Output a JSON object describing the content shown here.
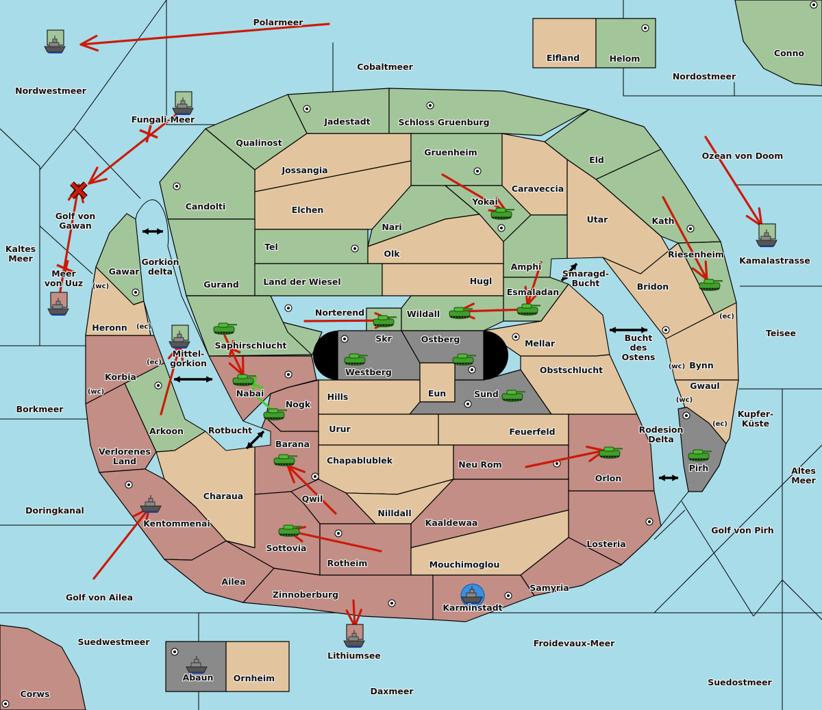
{
  "map": {
    "title": "Diplomacy map",
    "colors": {
      "sea": "#a8dce8",
      "green": "#a3c59a",
      "tan": "#e2c59e",
      "red": "#c38e86",
      "gray": "#8a8a8a",
      "impassable": "#000000",
      "order_arrow": "#cc1a0a",
      "support_line": "#44cc22",
      "highlight": "#3b8ee0"
    },
    "sea_labels": [
      {
        "id": "polarmeer",
        "text": "Polarmeer"
      },
      {
        "id": "nordwestmeer",
        "text": "Nordwestmeer"
      },
      {
        "id": "cobaltmeer",
        "text": "Cobaltmeer"
      },
      {
        "id": "nordostmeer",
        "text": "Nordostmeer"
      },
      {
        "id": "fungali-meer",
        "text": "Fungali-Meer"
      },
      {
        "id": "golf-von-gawan",
        "text": "Golf von|Gawan"
      },
      {
        "id": "kaltes-meer",
        "text": "Kaltes|Meer"
      },
      {
        "id": "meer-von-uuz",
        "text": "Meer|von Uuz"
      },
      {
        "id": "gorkion-delta",
        "text": "Gorkion|delta"
      },
      {
        "id": "mittel-gorkion",
        "text": "Mittel-|gorkion"
      },
      {
        "id": "borkmeer",
        "text": "Borkmeer"
      },
      {
        "id": "rotbucht",
        "text": "Rotbucht"
      },
      {
        "id": "doringkanal",
        "text": "Doringkanal"
      },
      {
        "id": "golf-von-ailea",
        "text": "Golf von Ailea"
      },
      {
        "id": "suedwestmeer",
        "text": "Suedwestmeer"
      },
      {
        "id": "lithiumsee",
        "text": "Lithiumsee"
      },
      {
        "id": "daxmeer",
        "text": "Daxmeer"
      },
      {
        "id": "froidevaux-meer",
        "text": "Froidevaux-Meer"
      },
      {
        "id": "suedostmeer",
        "text": "Suedostmeer"
      },
      {
        "id": "golf-von-pirh",
        "text": "Golf von Pirh"
      },
      {
        "id": "altes-meer",
        "text": "Altes|Meer"
      },
      {
        "id": "kupfer-kueste",
        "text": "Kupfer-|Küste"
      },
      {
        "id": "teisee",
        "text": "Teisee"
      },
      {
        "id": "kamalastrasse",
        "text": "Kamalastrasse"
      },
      {
        "id": "ozean-von-doom",
        "text": "Ozean von Doom"
      },
      {
        "id": "smaragd-bucht",
        "text": "Smaragd-|Bucht"
      },
      {
        "id": "bucht-des-ostens",
        "text": "Bucht|des|Ostens"
      },
      {
        "id": "rodesion-delta",
        "text": "Rodesion|Delta"
      }
    ],
    "territories": [
      {
        "id": "elfland",
        "name": "Elfland",
        "owner": "tan"
      },
      {
        "id": "helom",
        "name": "Helom",
        "owner": "green",
        "sc": true
      },
      {
        "id": "conno",
        "name": "Conno",
        "owner": "green",
        "sc": true
      },
      {
        "id": "jadestadt",
        "name": "Jadestadt",
        "owner": "green",
        "sc": true
      },
      {
        "id": "schloss-gruenburg",
        "name": "Schloss Gruenburg",
        "owner": "green",
        "sc": true
      },
      {
        "id": "qualinost",
        "name": "Qualinost",
        "owner": "green"
      },
      {
        "id": "jossangia",
        "name": "Jossangia",
        "owner": "tan"
      },
      {
        "id": "gruenheim",
        "name": "Gruenheim",
        "owner": "green",
        "sc": true
      },
      {
        "id": "caraveccia",
        "name": "Caraveccia",
        "owner": "tan"
      },
      {
        "id": "eld",
        "name": "Eld",
        "owner": "green"
      },
      {
        "id": "candolti",
        "name": "Candolti",
        "owner": "green",
        "sc": true
      },
      {
        "id": "elchen",
        "name": "Elchen",
        "owner": "tan"
      },
      {
        "id": "nari",
        "name": "Nari",
        "owner": "green"
      },
      {
        "id": "yokai",
        "name": "Yokai",
        "owner": "green",
        "sc": true
      },
      {
        "id": "utar",
        "name": "Utar",
        "owner": "tan"
      },
      {
        "id": "kath",
        "name": "Kath",
        "owner": "green",
        "sc": true
      },
      {
        "id": "tel",
        "name": "Tel",
        "owner": "green",
        "sc": true
      },
      {
        "id": "olk",
        "name": "Olk",
        "owner": "tan"
      },
      {
        "id": "gurand",
        "name": "Gurand",
        "owner": "green"
      },
      {
        "id": "land-der-wiesel",
        "name": "Land der Wiesel",
        "owner": "green"
      },
      {
        "id": "hugl",
        "name": "Hugl",
        "owner": "tan"
      },
      {
        "id": "amphi",
        "name": "Amphi",
        "owner": "green"
      },
      {
        "id": "esmaladan",
        "name": "Esmaladan",
        "owner": "green"
      },
      {
        "id": "riesenheim",
        "name": "Riesenheim",
        "owner": "green"
      },
      {
        "id": "bridon",
        "name": "Bridon",
        "owner": "tan",
        "sc": true
      },
      {
        "id": "gawar",
        "name": "Gawar",
        "owner": "green",
        "sc": true
      },
      {
        "id": "heronn",
        "name": "Heronn",
        "owner": "tan"
      },
      {
        "id": "norterend",
        "name": "Norterend",
        "owner": "green",
        "sc": true
      },
      {
        "id": "skr",
        "name": "Skr",
        "owner": "green"
      },
      {
        "id": "wildall",
        "name": "Wildall",
        "owner": "green"
      },
      {
        "id": "saphirschlucht",
        "name": "Saphirschlucht",
        "owner": "green"
      },
      {
        "id": "westberg",
        "name": "Westberg",
        "owner": "gray",
        "sc": true
      },
      {
        "id": "ostberg",
        "name": "Ostberg",
        "owner": "gray",
        "sc": true
      },
      {
        "id": "mellar",
        "name": "Mellar",
        "owner": "tan",
        "sc": true
      },
      {
        "id": "bynn",
        "name": "Bynn",
        "owner": "tan"
      },
      {
        "id": "korbia",
        "name": "Korbia",
        "owner": "red"
      },
      {
        "id": "nabai",
        "name": "Nabai",
        "owner": "red",
        "sc": true
      },
      {
        "id": "obstschlucht",
        "name": "Obstschlucht",
        "owner": "tan"
      },
      {
        "id": "eun",
        "name": "Eun",
        "owner": "tan"
      },
      {
        "id": "sund",
        "name": "Sund",
        "owner": "gray",
        "sc": true
      },
      {
        "id": "gwaul",
        "name": "Gwaul",
        "owner": "tan"
      },
      {
        "id": "hills",
        "name": "Hills",
        "owner": "tan"
      },
      {
        "id": "nogk",
        "name": "Nogk",
        "owner": "red"
      },
      {
        "id": "arkoon",
        "name": "Arkoon",
        "owner": "green",
        "sc": true
      },
      {
        "id": "urur",
        "name": "Urur",
        "owner": "tan"
      },
      {
        "id": "feuerfeld",
        "name": "Feuerfeld",
        "owner": "tan"
      },
      {
        "id": "pirh",
        "name": "Pirh",
        "owner": "gray",
        "sc": true
      },
      {
        "id": "barana",
        "name": "Barana",
        "owner": "red"
      },
      {
        "id": "verlorenes-land",
        "name": "Verlorenes|Land",
        "owner": "red"
      },
      {
        "id": "chapablublek",
        "name": "Chapablublek",
        "owner": "tan"
      },
      {
        "id": "neu-rom",
        "name": "Neu Rom",
        "owner": "red",
        "sc": true
      },
      {
        "id": "orlon",
        "name": "Orlon",
        "owner": "red"
      },
      {
        "id": "charaua",
        "name": "Charaua",
        "owner": "tan"
      },
      {
        "id": "qwil",
        "name": "Qwil",
        "owner": "red",
        "sc": true
      },
      {
        "id": "nilldall",
        "name": "Nilldall",
        "owner": "tan"
      },
      {
        "id": "kentommenai",
        "name": "Kentommenai",
        "owner": "red",
        "sc": true
      },
      {
        "id": "kaaldewaa",
        "name": "Kaaldewaa",
        "owner": "red"
      },
      {
        "id": "losteria",
        "name": "Losteria",
        "owner": "red",
        "sc": true
      },
      {
        "id": "sottovia",
        "name": "Sottovia",
        "owner": "red"
      },
      {
        "id": "rotheim",
        "name": "Rotheim",
        "owner": "red",
        "sc": true
      },
      {
        "id": "mouchimoglou",
        "name": "Mouchimoglou",
        "owner": "tan"
      },
      {
        "id": "ailea",
        "name": "Ailea",
        "owner": "red"
      },
      {
        "id": "samyria",
        "name": "Samyria",
        "owner": "red"
      },
      {
        "id": "zinnoberburg",
        "name": "Zinnoberburg",
        "owner": "red",
        "sc": true
      },
      {
        "id": "karminstadt",
        "name": "Karminstadt",
        "owner": "red",
        "sc": true
      },
      {
        "id": "abaun",
        "name": "Abaun",
        "owner": "gray",
        "sc": true
      },
      {
        "id": "ornheim",
        "name": "Ornheim",
        "owner": "tan"
      },
      {
        "id": "corws",
        "name": "Corws",
        "owner": "red",
        "sc": true
      }
    ],
    "coast_markers": [
      {
        "id": "gawar-wc",
        "text": "(wc)"
      },
      {
        "id": "heronn-ec",
        "text": "(ec)"
      },
      {
        "id": "korbia-ec",
        "text": "(ec)"
      },
      {
        "id": "korbia-wc",
        "text": "(wc)"
      },
      {
        "id": "bynn-ec",
        "text": "(ec)"
      },
      {
        "id": "bynn-wc",
        "text": "(wc)"
      },
      {
        "id": "gwaul-wc",
        "text": "(wc)"
      },
      {
        "id": "gwaul-ec",
        "text": "(ec)"
      }
    ],
    "units": [
      {
        "type": "fleet",
        "location": "Polarmeer",
        "owner": "green",
        "order": "move to Nordwestmeer"
      },
      {
        "type": "fleet",
        "location": "Fungali-Meer",
        "owner": "green",
        "order": "move to Golf von Gawan (failed)"
      },
      {
        "type": "fleet",
        "location": "Meer von Uuz",
        "owner": "red",
        "order": "move to Golf von Gawan (failed)"
      },
      {
        "type": "fleet",
        "location": "Mittel-gorkion",
        "owner": "green"
      },
      {
        "type": "fleet",
        "location": "Kamalastrasse",
        "owner": "green"
      },
      {
        "type": "fleet",
        "location": "Kentommenai",
        "owner": "red"
      },
      {
        "type": "fleet",
        "location": "Lithiumsee",
        "owner": "red"
      },
      {
        "type": "fleet",
        "location": "Karminstadt",
        "owner": "red",
        "highlight": true
      },
      {
        "type": "fleet",
        "location": "Abaun",
        "owner": "gray"
      },
      {
        "type": "army",
        "location": "Yokai",
        "owner": "green"
      },
      {
        "type": "army",
        "location": "Esmaladan",
        "owner": "green"
      },
      {
        "type": "army",
        "location": "Wildall",
        "owner": "green"
      },
      {
        "type": "army",
        "location": "Skr",
        "owner": "green"
      },
      {
        "type": "army",
        "location": "Riesenheim",
        "owner": "green"
      },
      {
        "type": "army",
        "location": "Saphirschlucht",
        "owner": "green"
      },
      {
        "type": "army",
        "location": "Nabai",
        "owner": "green"
      },
      {
        "type": "army",
        "location": "Nogk",
        "owner": "green"
      },
      {
        "type": "army",
        "location": "Westberg",
        "owner": "green"
      },
      {
        "type": "army",
        "location": "Ostberg",
        "owner": "green"
      },
      {
        "type": "army",
        "location": "Sund",
        "owner": "green"
      },
      {
        "type": "army",
        "location": "Barana",
        "owner": "green"
      },
      {
        "type": "army",
        "location": "Sottovia",
        "owner": "green"
      },
      {
        "type": "army",
        "location": "Orlon",
        "owner": "green"
      },
      {
        "type": "army",
        "location": "Pirh",
        "owner": "green"
      }
    ],
    "legend": {
      "fail_marker": "✕",
      "two_way_connection": "↔"
    }
  }
}
